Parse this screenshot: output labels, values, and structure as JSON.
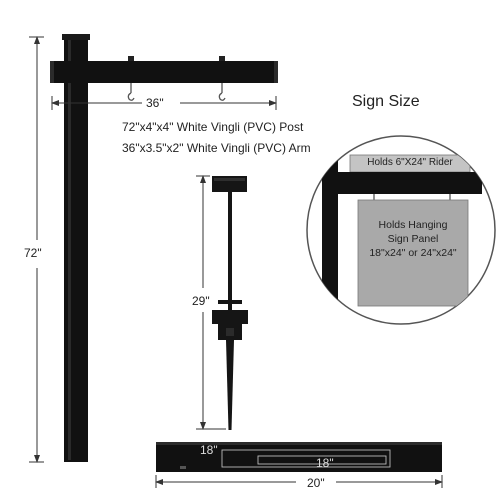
{
  "title": "Sign Size",
  "specs": {
    "post": "72\"x4\"x4\" White Vingli (PVC) Post",
    "arm": "36\"x3.5\"x2\" White Vingli (PVC) Arm"
  },
  "dimensions": {
    "post_height": "72\"",
    "arm_length": "36\"",
    "stake_height": "29\"",
    "base_inner": "18\"",
    "base_inner_2": "18\"",
    "base_length": "20\""
  },
  "callout": {
    "rider": "Holds 6\"X24\" Rider",
    "panel_line1": "Holds Hanging",
    "panel_line2": "Sign Panel",
    "panel_line3": "18\"x24\" or 24\"x24\""
  },
  "colors": {
    "post": "#111111",
    "panel": "#a9a9a9",
    "rider": "#c4c4c4",
    "dim_line": "#333333"
  }
}
